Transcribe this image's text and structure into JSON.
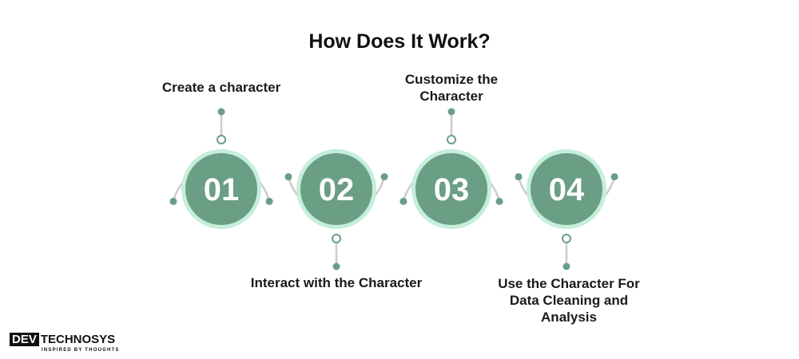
{
  "title": "How Does It Work?",
  "colors": {
    "circle": "#6a9e85",
    "ring": "#c5eedb",
    "arc": "#cccccc",
    "dot": "#6a9e85"
  },
  "steps": [
    {
      "number": "01",
      "label": "Create a character",
      "side": "top"
    },
    {
      "number": "02",
      "label": "Interact with the Character",
      "side": "bottom"
    },
    {
      "number": "03",
      "label": "Customize the Character",
      "side": "top"
    },
    {
      "number": "04",
      "label": "Use the Character For Data Cleaning and Analysis",
      "side": "bottom"
    }
  ],
  "logo": {
    "dev": "DEV",
    "name": "TECHNOSYS",
    "tagline": "INSPIRED BY THOUGHTS"
  }
}
